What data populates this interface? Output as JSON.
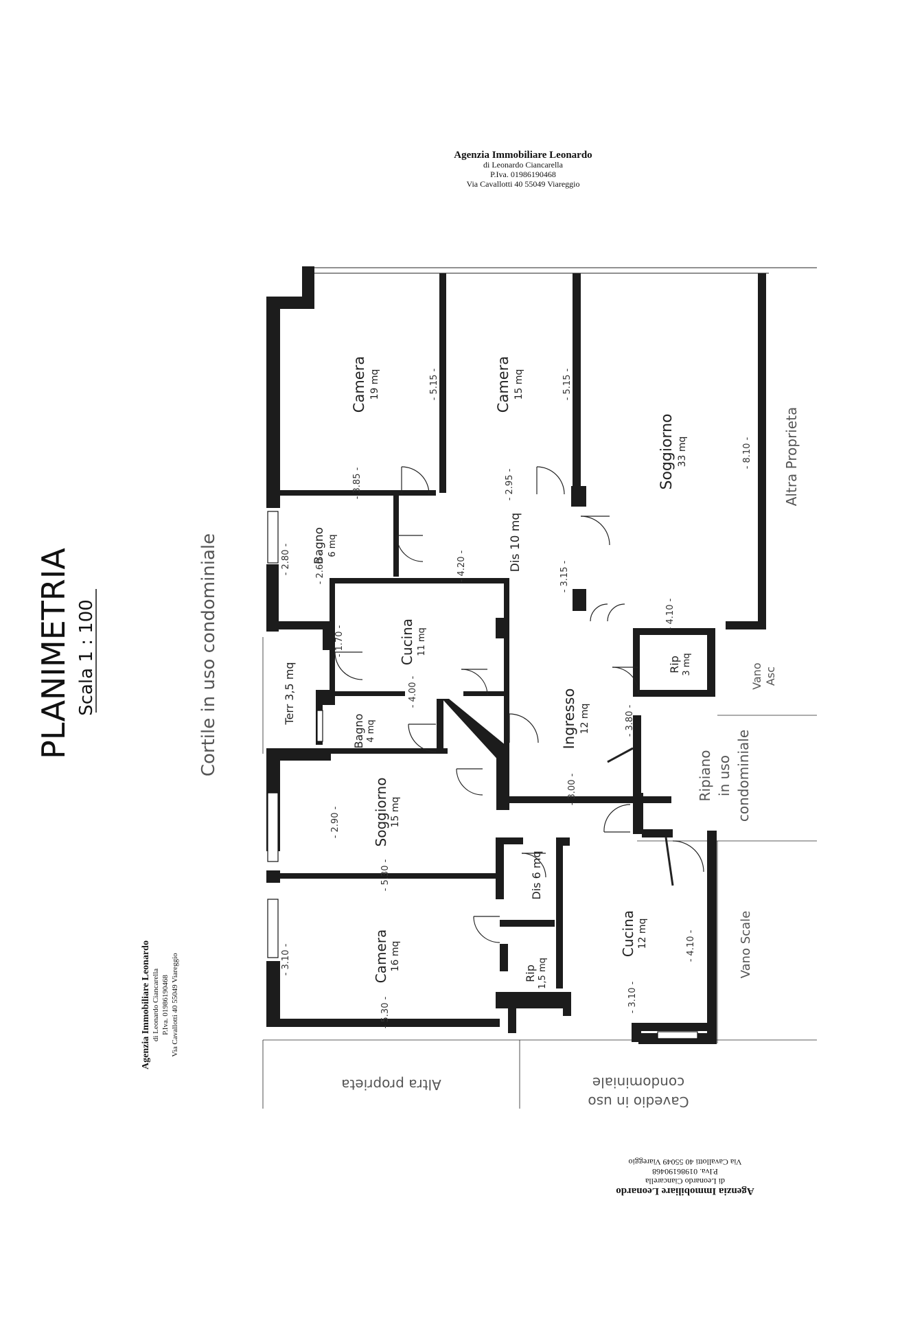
{
  "header": {
    "title": "PLANIMETRIA",
    "scale": "Scala 1 : 100"
  },
  "stamp": {
    "line1": "Agenzia Immobiliare Leonardo",
    "line2": "di Leonardo Ciancarella",
    "line3": "P.Iva. 01986190468",
    "line4": "Via Cavallotti 40 55049 Viareggio"
  },
  "zones": {
    "cortile": "Cortile in uso condominiale",
    "altra_proprieta_right": "Altra Proprieta",
    "altra_proprieta_bottom": "Altra proprieta",
    "cavedio_1": "Cavedio in uso",
    "cavedio_2": "condominiale",
    "ripiano_1": "Ripiano",
    "ripiano_2": "in uso",
    "ripiano_3": "condominiale",
    "vano_asc_1": "Vano",
    "vano_asc_2": "Asc",
    "vano_scale": "Vano Scale"
  },
  "rooms": [
    {
      "name": "Camera",
      "area": "19 mq"
    },
    {
      "name": "Camera",
      "area": "15 mq"
    },
    {
      "name": "Soggiorno",
      "area": "33 mq"
    },
    {
      "name": "Bagno",
      "area": "6 mq"
    },
    {
      "name": "Dis 10 mq",
      "area": ""
    },
    {
      "name": "Cucina",
      "area": "11 mq"
    },
    {
      "name": "Terr 3,5 mq",
      "area": ""
    },
    {
      "name": "Bagno",
      "area": "4 mq"
    },
    {
      "name": "Ingresso",
      "area": "12 mq"
    },
    {
      "name": "Rip",
      "area": "3 mq"
    },
    {
      "name": "Soggiorno",
      "area": "15 mq"
    },
    {
      "name": "Dis 6 mq",
      "area": ""
    },
    {
      "name": "Cucina",
      "area": "12 mq"
    },
    {
      "name": "Camera",
      "area": "16 mq"
    },
    {
      "name": "Rip",
      "area": "1,5 mq"
    }
  ],
  "dimensions": [
    "- 5.15 -",
    "- 5.15 -",
    "- 8.10 -",
    "- 3.85 -",
    "- 2.95 -",
    "- 2.80 -",
    "- 2.60 -",
    "- 4.20 -",
    "- 3.15 -",
    "- 4.10 -",
    "- 1.70 -",
    "- 4.00 -",
    "- 3.80 -",
    "- 3.00 -",
    "- 2.90 -",
    "- 5.30 -",
    "- 3.10 -",
    "- 5.30 -",
    "- 4.10 -",
    "- 3.10 -"
  ]
}
